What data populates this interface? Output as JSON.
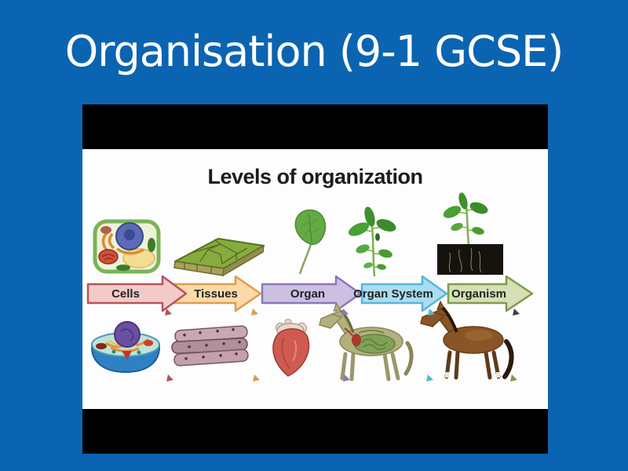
{
  "page": {
    "background_color": "#0b64b1",
    "letterbox_color": "#000000",
    "slide_background": "#ffffff"
  },
  "title": {
    "text": "Organisation (9-1 GCSE)",
    "color": "#ffffff"
  },
  "slide": {
    "heading": "Levels of organization",
    "heading_color": "#1c1c1c"
  },
  "arrows": [
    {
      "label": "Cells",
      "fill": "#f2cbc8",
      "stroke": "#b4555c"
    },
    {
      "label": "Tissues",
      "fill": "#fbdaa8",
      "stroke": "#e29a50"
    },
    {
      "label": "Organ",
      "fill": "#cbc0e2",
      "stroke": "#8e76b8"
    },
    {
      "label": "Organ System",
      "fill": "#abddf0",
      "stroke": "#57b5d9"
    },
    {
      "label": "Organism",
      "fill": "#d5e0b4",
      "stroke": "#7e9a52"
    }
  ],
  "diagram": {
    "top_row_images": [
      "plant-cell",
      "plant-tissue",
      "leaf",
      "pepper-plant",
      "plant-with-soil"
    ],
    "bottom_row_images": [
      "animal-cell",
      "muscle-tissue",
      "heart",
      "horse-anatomy",
      "horse"
    ]
  }
}
